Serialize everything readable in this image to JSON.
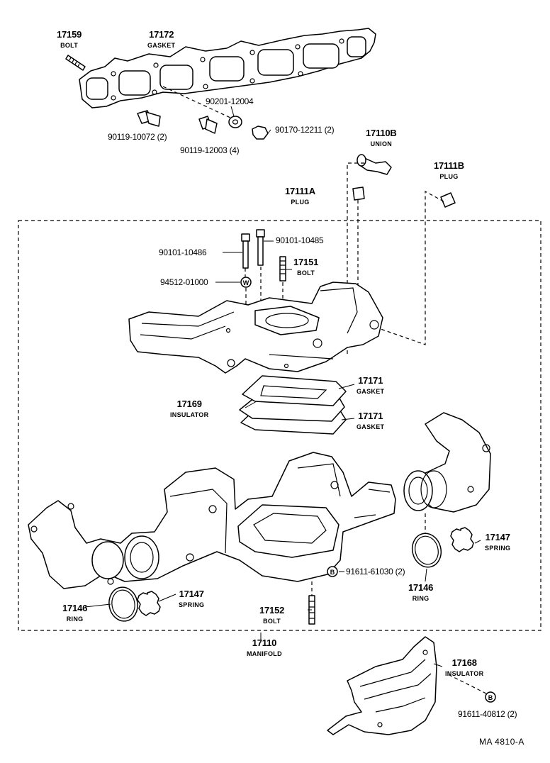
{
  "diagram_code": "MA  4810-A",
  "parts": {
    "p17159": {
      "number": "17159",
      "name": "BOLT"
    },
    "p17172": {
      "number": "17172",
      "name": "GASKET"
    },
    "p90201": {
      "number": "90201-12004"
    },
    "p90119a": {
      "number": "90119-10072 (2)"
    },
    "p90119b": {
      "number": "90119-12003 (4)"
    },
    "p90170": {
      "number": "90170-12211 (2)"
    },
    "p17110B": {
      "number": "17110B",
      "name": "UNION"
    },
    "p17111B": {
      "number": "17111B",
      "name": "PLUG"
    },
    "p17111A": {
      "number": "17111A",
      "name": "PLUG"
    },
    "p90101a": {
      "number": "90101-10485"
    },
    "p90101b": {
      "number": "90101-10486"
    },
    "p17151": {
      "number": "17151",
      "name": "BOLT"
    },
    "p94512": {
      "number": "94512-01000",
      "mark": "W"
    },
    "p17171a": {
      "number": "17171",
      "name": "GASKET"
    },
    "p17169": {
      "number": "17169",
      "name": "INSULATOR"
    },
    "p17171b": {
      "number": "17171",
      "name": "GASKET"
    },
    "p17147a": {
      "number": "17147",
      "name": "SPRING"
    },
    "p91611a": {
      "number": "91611-61030 (2)",
      "mark": "B"
    },
    "p17146a": {
      "number": "17146",
      "name": "RING"
    },
    "p17147b": {
      "number": "17147",
      "name": "SPRING"
    },
    "p17146b": {
      "number": "17146",
      "name": "RING"
    },
    "p17152": {
      "number": "17152",
      "name": "BOLT"
    },
    "p17110": {
      "number": "17110",
      "name": "MANIFOLD"
    },
    "p17168": {
      "number": "17168",
      "name": "INSULATOR"
    },
    "p91611b": {
      "number": "91611-40812 (2)",
      "mark": "B"
    }
  }
}
